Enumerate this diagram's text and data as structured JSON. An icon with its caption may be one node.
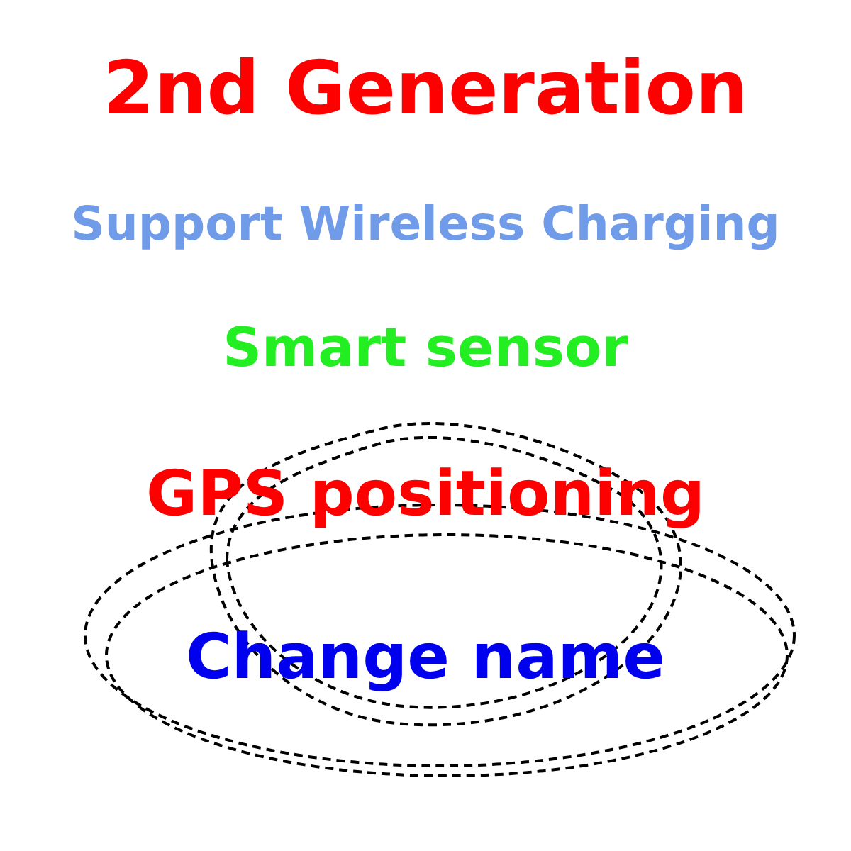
{
  "diagram": {
    "title": "2nd Generation",
    "labels": [
      "Support Wireless Charging",
      "Smart sensor",
      "GPS positioning",
      "Change name"
    ]
  }
}
